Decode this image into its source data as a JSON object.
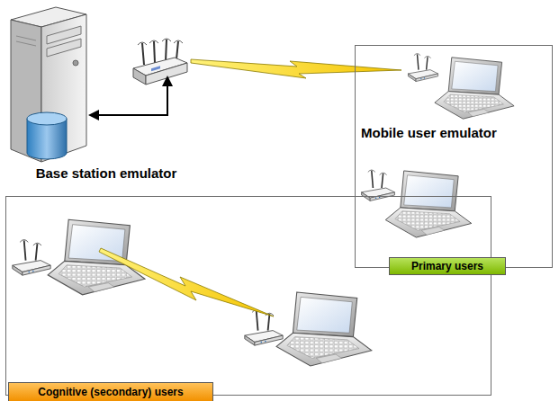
{
  "diagram": {
    "nodes": [
      {
        "text": [
          "Mobile user emulator",
          "Primary users"
        ]
      },
      {
        "text": [
          "Cognitive (secondary) users"
        ]
      }
    ],
    "labels": [
      "Base station emulator"
    ]
  }
}
